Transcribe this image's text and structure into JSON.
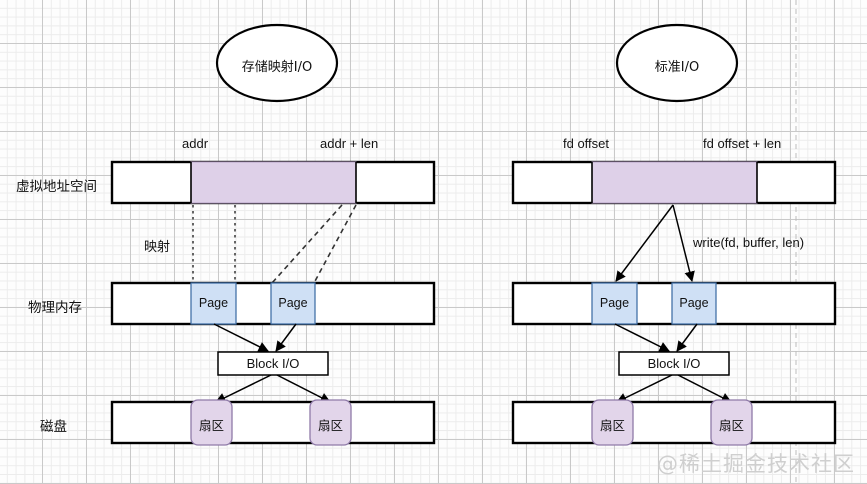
{
  "diagram": {
    "title_left": "存储映射I/O",
    "title_right": "标准I/O",
    "watermark": "@稀土掘金技术社区"
  },
  "row_labels": {
    "virtual": "虚拟地址空间",
    "physical": "物理内存",
    "disk": "磁盘"
  },
  "left": {
    "addr_start": "addr",
    "addr_end": "addr +  len",
    "mapping_label": "映射",
    "page_1": "Page",
    "page_2": "Page",
    "block_io": "Block I/O",
    "sector_1": "扇区",
    "sector_2": "扇区"
  },
  "right": {
    "addr_start": "fd offset",
    "addr_end": "fd offset +  len",
    "write_call": "write(fd, buffer, len)",
    "page_1": "Page",
    "page_2": "Page",
    "block_io": "Block I/O",
    "sector_1": "扇区",
    "sector_2": "扇区"
  },
  "colors": {
    "mapped_region": "#ded0e8",
    "page_fill": "#cfe0f5",
    "sector_fill": "#e2d5ea",
    "stroke": "#000000",
    "page_stroke": "#4472a8",
    "sector_stroke": "#8f7aa8",
    "grid_major": "#c9c9c9",
    "grid_minor": "#ececec"
  }
}
